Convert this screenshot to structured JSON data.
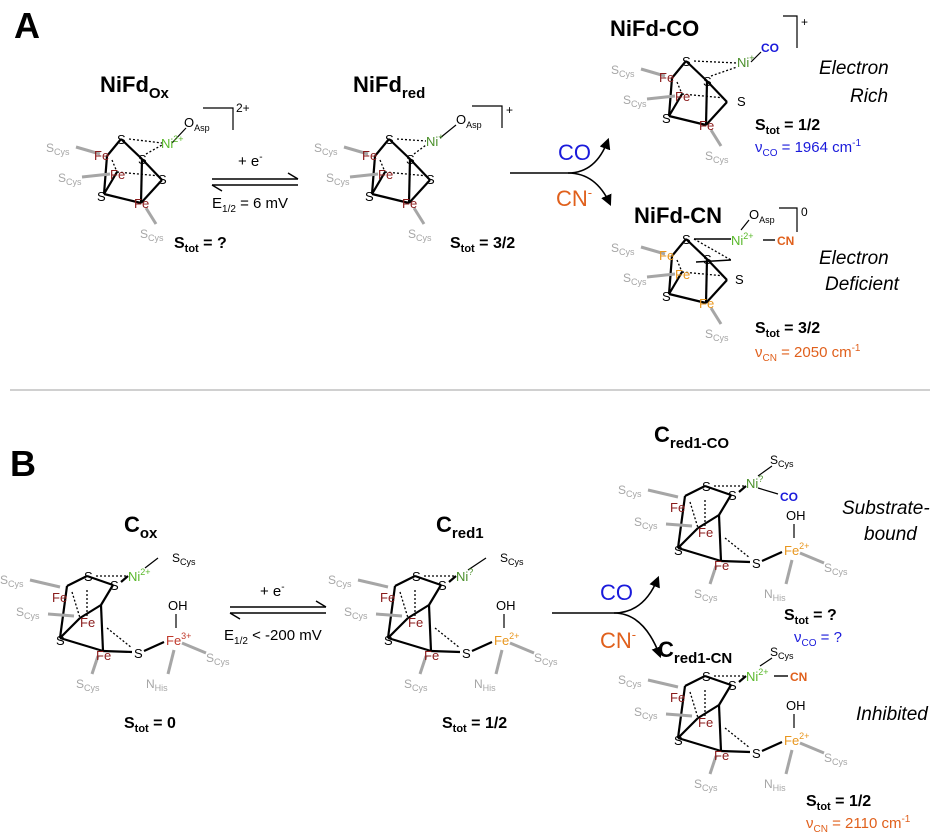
{
  "colors": {
    "black": "#000000",
    "grey": "#a6a6a6",
    "fe_red": "#8a1b1b",
    "fe3_red": "#c0392b",
    "fe_orange": "#e8961e",
    "ni_green": "#59b82a",
    "ni_green_dark": "#4a8f2a",
    "co_blue": "#1a1adb",
    "cn_orange": "#e0601c",
    "divider": "#b4b4b4"
  },
  "panel_a": {
    "label": "A",
    "s1": {
      "name": "NiFd",
      "sub": "Ox",
      "charge": "2+",
      "ni": "Ni",
      "ni_sup": "2+",
      "ligand": "O",
      "ligand_sub": "Asp",
      "stot": "= ?"
    },
    "s2": {
      "name": "NiFd",
      "sub": "red",
      "charge": "+",
      "ni": "Ni",
      "ni_sup": "+",
      "ligand": "O",
      "ligand_sub": "Asp",
      "stot": "= 3/2"
    },
    "reduction": {
      "top": "+ e",
      "top_sup": "-",
      "bottom": "E",
      "bottom_sub": "1/2",
      "bottom_rest": " = 6 mV"
    },
    "reagent_co": "CO",
    "reagent_cn": "CN",
    "reagent_cn_sup": "-",
    "co_product": {
      "name": "NiFd-CO",
      "charge": "+",
      "ni": "Ni",
      "ni_sup": "+",
      "ligand": "CO",
      "stot": "= 1/2",
      "nu_sub": "CO",
      "nu_val": " = 1964 cm",
      "nu_sup": "-1",
      "desc1": "Electron",
      "desc2": "Rich"
    },
    "cn_product": {
      "name": "NiFd-CN",
      "charge": "0",
      "ni": "Ni",
      "ni_sup": "2+",
      "ligand": "CN",
      "ligand2": "O",
      "ligand2_sub": "Asp",
      "stot": "= 3/2",
      "nu_sub": "CN",
      "nu_val": " = 2050 cm",
      "nu_sup": "-1",
      "desc1": "Electron",
      "desc2": "Deficient"
    }
  },
  "panel_b": {
    "label": "B",
    "s1": {
      "name": "C",
      "sub": "ox",
      "ni": "Ni",
      "ni_sup": "2+",
      "fe2": "Fe",
      "fe2_sup": "3+",
      "oh": "OH",
      "stot": "= 0"
    },
    "s2": {
      "name": "C",
      "sub": "red1",
      "ni": "Ni",
      "ni_sup": "?",
      "fe2": "Fe",
      "fe2_sup": "2+",
      "oh": "OH",
      "stot": "= 1/2"
    },
    "reduction": {
      "top": "+ e",
      "top_sup": "-",
      "bottom": "E",
      "bottom_sub": "1/2",
      "bottom_rest": " < -200 mV"
    },
    "reagent_co": "CO",
    "reagent_cn": "CN",
    "reagent_cn_sup": "-",
    "co_product": {
      "name": "C",
      "sub": "red1-CO",
      "ni": "Ni",
      "ni_sup": "?",
      "ligand": "CO",
      "fe2": "Fe",
      "fe2_sup": "2+",
      "oh": "OH",
      "stot": "= ?",
      "nu_sub": "CO",
      "nu_val": " = ?",
      "desc1": "Substrate-",
      "desc2": "bound"
    },
    "cn_product": {
      "name": "C",
      "sub": "red1-CN",
      "ni": "Ni",
      "ni_sup": "2+",
      "ligand": "CN",
      "fe2": "Fe",
      "fe2_sup": "2+",
      "oh": "OH",
      "stot": "= 1/2",
      "nu_sub": "CN",
      "nu_val": " = 2110 cm",
      "nu_sup": "-1",
      "desc": "Inhibited"
    }
  },
  "common": {
    "s": "S",
    "fe": "Fe",
    "scys_s": "S",
    "scys_sub": "Cys",
    "nhis_n": "N",
    "nhis_sub": "His",
    "stot_s": "S",
    "stot_sub": "tot",
    "nu": "ν"
  }
}
